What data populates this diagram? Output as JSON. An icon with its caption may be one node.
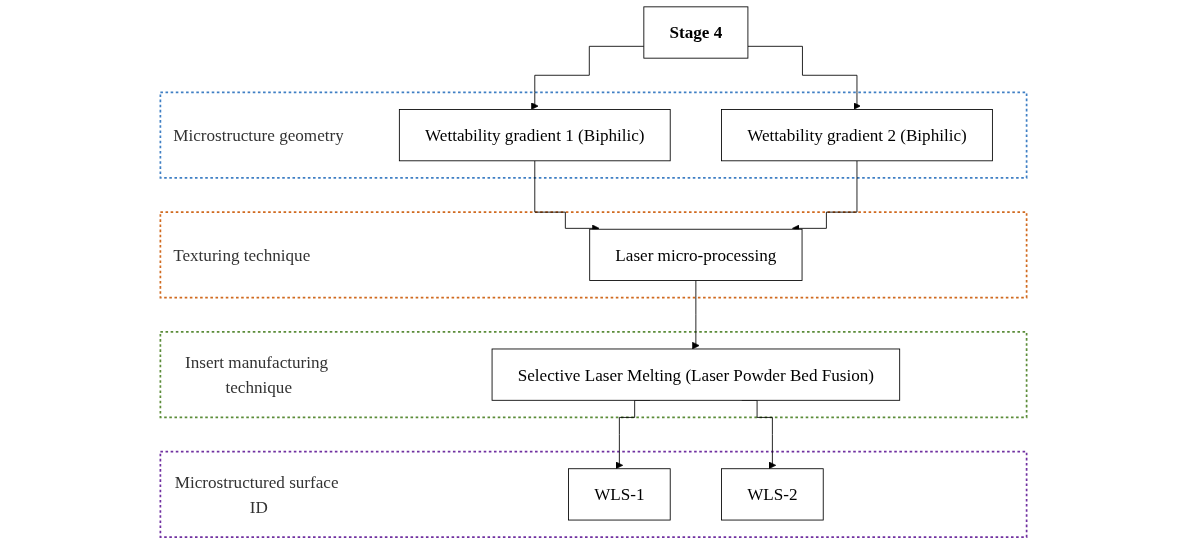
{
  "diagram": {
    "nodes": [
      {
        "text": [
          "Stage 4"
        ]
      },
      {
        "text": [
          "Microstructure geometry"
        ]
      },
      {
        "text": [
          "Wettability gradient 1 (Biphilic)"
        ],
        "in": 1
      },
      {
        "text": [
          "Wettability gradient 2 (Biphilic)"
        ],
        "in": 1
      },
      {
        "text": [
          "Texturing technique"
        ]
      },
      {
        "text": [
          "Laser micro-processing"
        ],
        "in": 4
      },
      {
        "text": [
          "Insert manufacturing technique"
        ]
      },
      {
        "text": [
          "Selective Laser Melting (Laser Powder Bed Fusion)"
        ],
        "in": 6
      },
      {
        "text": [
          "Microstructured surface ID"
        ]
      },
      {
        "text": [
          "WLS-1"
        ],
        "in": 8
      },
      {
        "text": [
          "WLS-2"
        ],
        "in": 8
      }
    ],
    "edges": [
      {
        "from": 0,
        "to": 2,
        "arrow": "to"
      },
      {
        "from": 0,
        "to": 3,
        "arrow": "to"
      },
      {
        "from": 2,
        "to": 5,
        "arrow": "to"
      },
      {
        "from": 3,
        "to": 5,
        "arrow": "to"
      },
      {
        "from": 5,
        "to": 7,
        "arrow": "to"
      },
      {
        "from": 7,
        "to": 9,
        "arrow": "to"
      },
      {
        "from": 7,
        "to": 10,
        "arrow": "to"
      }
    ]
  }
}
